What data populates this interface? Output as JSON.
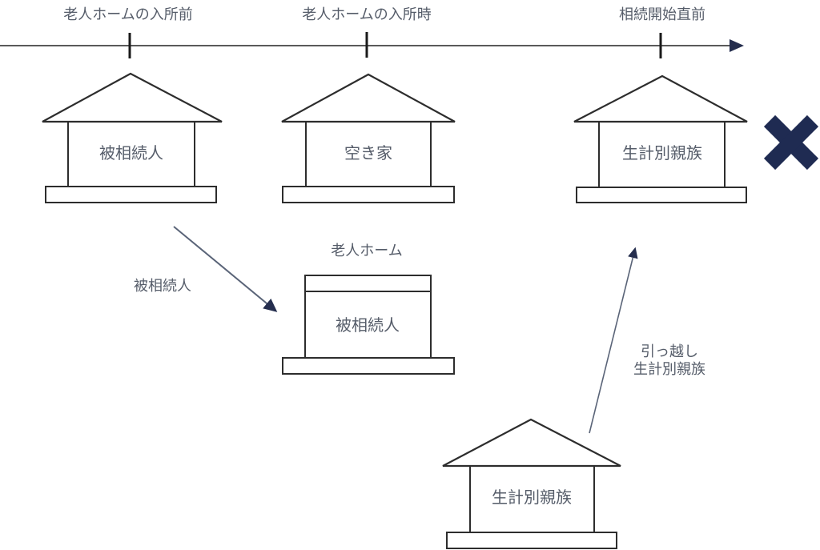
{
  "diagram": {
    "background": "#ffffff",
    "timeline": {
      "stages": [
        {
          "label": "老人ホームの入所前"
        },
        {
          "label": "老人ホームの入所時"
        },
        {
          "label": "相続開始直前"
        }
      ]
    },
    "houses": {
      "before_entry": {
        "occupant": "被相続人"
      },
      "at_entry": {
        "occupant": "空き家"
      },
      "pre_inheritance": {
        "occupant": "生計別親族"
      },
      "nursing_home": {
        "name": "老人ホーム",
        "occupant": "被相続人"
      },
      "relatives_home": {
        "occupant": "生計別親族"
      }
    },
    "arrows": {
      "to_nursing_home": {
        "label": "被相続人"
      },
      "move_in": {
        "label_line1": "引っ越し",
        "label_line2": "生計別親族"
      }
    },
    "icons": {
      "x_mark": "heavy-x"
    },
    "colors": {
      "building_outline": "#2d2d2d",
      "timeline_line": "#595959",
      "tick": "#1a1a1a",
      "text": "#555c69",
      "arrow_shaft": "#5a6478",
      "arrow_head": "#252e4e",
      "x_mark": "#1f2b52"
    }
  }
}
